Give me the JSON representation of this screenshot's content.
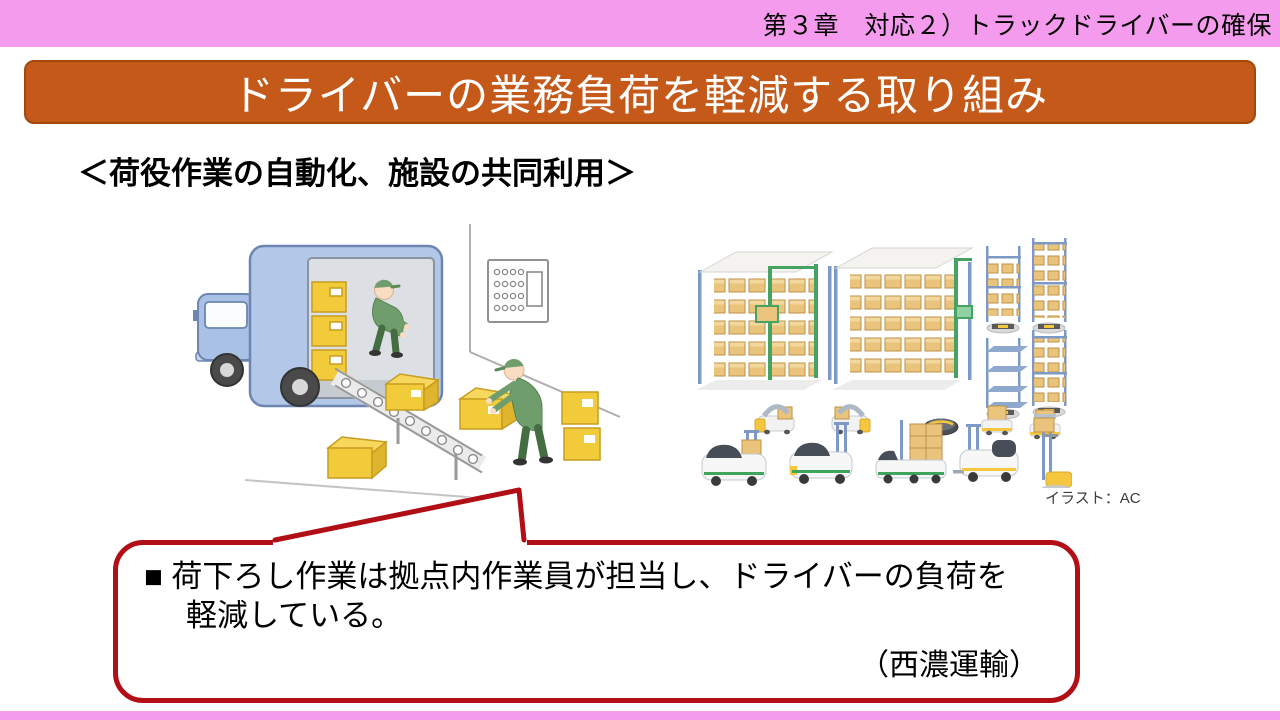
{
  "header": {
    "chapter_label": "第３章　対応２）トラックドライバーの確保",
    "bar_color": "#F49BEE",
    "text_color": "#000000"
  },
  "title": {
    "text": "ドライバーの業務負荷を軽減する取り組み",
    "bar_color": "#C4591A",
    "border_color": "#A04A10",
    "text_color": "#FFFFFF"
  },
  "subtitle": {
    "text": "＜荷役作業の自動化、施設の共同利用＞"
  },
  "illustrations": {
    "credit": "イラスト：AC",
    "left_palette": {
      "truck_blue": "#B3C8E8",
      "box_yellow": "#F2CB3B",
      "uniform_green": "#6F9E6C"
    },
    "right_palette": {
      "box_tan": "#EAC47C",
      "frame_green": "#47A361",
      "post_blue": "#7E99C6",
      "accent_yellow": "#F5C63F"
    }
  },
  "callout": {
    "line1": "■ 荷下ろし作業は拠点内作業員が担当し、ドライバーの負荷を",
    "line2": "軽減している。",
    "attribution": "（西濃運輸）",
    "border_color": "#B10E15"
  },
  "footer": {
    "bar_color": "#F49BEE"
  }
}
